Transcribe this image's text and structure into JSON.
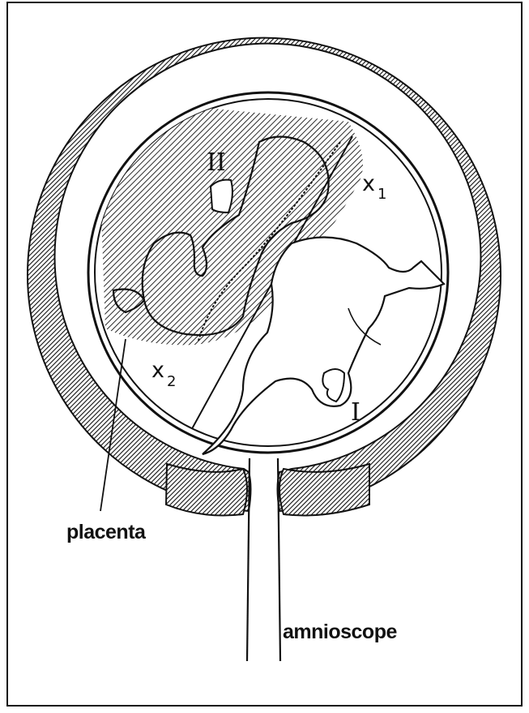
{
  "diagram": {
    "labels": {
      "placenta": "placenta",
      "amnioscope": "amnioscope",
      "twin_one": "I",
      "twin_two": "II",
      "x1_letter": "x",
      "x1_index": "1",
      "x2_letter": "x",
      "x2_index": "2"
    },
    "colors": {
      "ink": "#111111",
      "hatch": "#111111",
      "background": "#ffffff"
    }
  }
}
